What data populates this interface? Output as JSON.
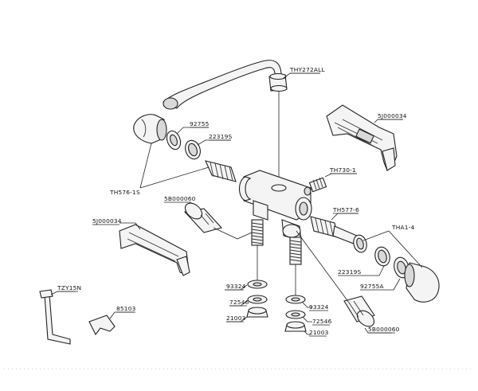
{
  "labels": {
    "spout": "THY272ALL",
    "bracket_right": "5J000034",
    "ring_upper": "92755",
    "nut_upper": "22319S",
    "handle_left": "TH576-1S",
    "connector_right": "TH730-1",
    "cartridge_left": "5B000060",
    "cartridge_right_upper": "TH577-6",
    "handle_right": "THA1-4",
    "bracket_left": "5J000034",
    "nut_right": "22319S",
    "ring_right": "92755A",
    "wrench": "TZY15N",
    "washer_left_a": "93324",
    "washer_left_b": "72546",
    "nut_left": "21003",
    "plate": "85103",
    "washer_right_a": "93324",
    "washer_right_b": "72546",
    "nut_right_bottom": "21003",
    "cartridge_right_lower": "5B000060"
  }
}
